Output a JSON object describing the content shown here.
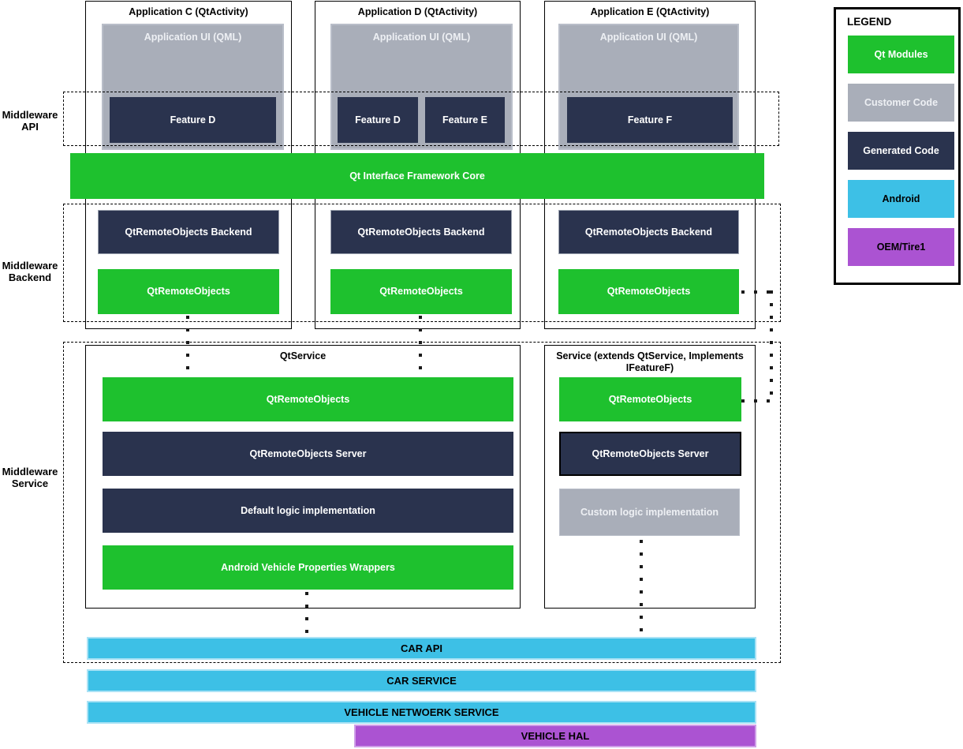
{
  "colors": {
    "qt_green": "#1ec12e",
    "generated_dark": "#2a334e",
    "customer_gray": "#a9aeb9",
    "android_cyan": "#3dc0e6",
    "oem_purple": "#ab53d2"
  },
  "side_labels": {
    "api": "Middleware\nAPI",
    "backend": "Middleware\nBackend",
    "service": "Middleware\nService"
  },
  "applications": [
    {
      "title": "Application C (QtActivity)",
      "ui": "Application UI (QML)",
      "features": [
        "Feature D"
      ]
    },
    {
      "title": "Application D (QtActivity)",
      "ui": "Application UI (QML)",
      "features": [
        "Feature D",
        "Feature E"
      ]
    },
    {
      "title": "Application E (QtActivity)",
      "ui": "Application UI (QML)",
      "features": [
        "Feature F"
      ]
    }
  ],
  "core_bar": {
    "label": "Qt Interface Framework Core"
  },
  "backend_columns": [
    {
      "backend": "QtRemoteObjects Backend",
      "remote": "QtRemoteObjects"
    },
    {
      "backend": "QtRemoteObjects Backend",
      "remote": "QtRemoteObjects"
    },
    {
      "backend": "QtRemoteObjects Backend",
      "remote": "QtRemoteObjects"
    }
  ],
  "qtservice": {
    "title": "QtService",
    "layers": [
      {
        "label": "QtRemoteObjects",
        "type": "green"
      },
      {
        "label": "QtRemoteObjects Server",
        "type": "dark"
      },
      {
        "label": "Default logic implementation",
        "type": "dark"
      },
      {
        "label": "Android Vehicle Properties Wrappers",
        "type": "green"
      }
    ]
  },
  "service": {
    "title": "Service (extends QtService, Implements IFeatureF)",
    "layers": [
      {
        "label": "QtRemoteObjects",
        "type": "green"
      },
      {
        "label": "QtRemoteObjects Server",
        "type": "dark-outlined"
      },
      {
        "label": "Custom logic implementation",
        "type": "gray"
      }
    ]
  },
  "android_stack": [
    {
      "label": "CAR API",
      "type": "android"
    },
    {
      "label": "CAR SERVICE",
      "type": "android"
    },
    {
      "label": "VEHICLE NETWOERK SERVICE",
      "type": "android"
    },
    {
      "label": "VEHICLE HAL",
      "type": "oem"
    }
  ],
  "legend": {
    "title": "LEGEND",
    "items": [
      {
        "label": "Qt Modules",
        "color": "#1ec12e",
        "text_color": "#ffffff"
      },
      {
        "label": "Customer Code",
        "color": "#a9aeb9",
        "text_color": "#eef0f4"
      },
      {
        "label": "Generated Code",
        "color": "#2a334e",
        "text_color": "#ffffff"
      },
      {
        "label": "Android",
        "color": "#3dc0e6",
        "text_color": "#000000"
      },
      {
        "label": "OEM/Tire1",
        "color": "#ab53d2",
        "text_color": "#000000"
      }
    ]
  }
}
